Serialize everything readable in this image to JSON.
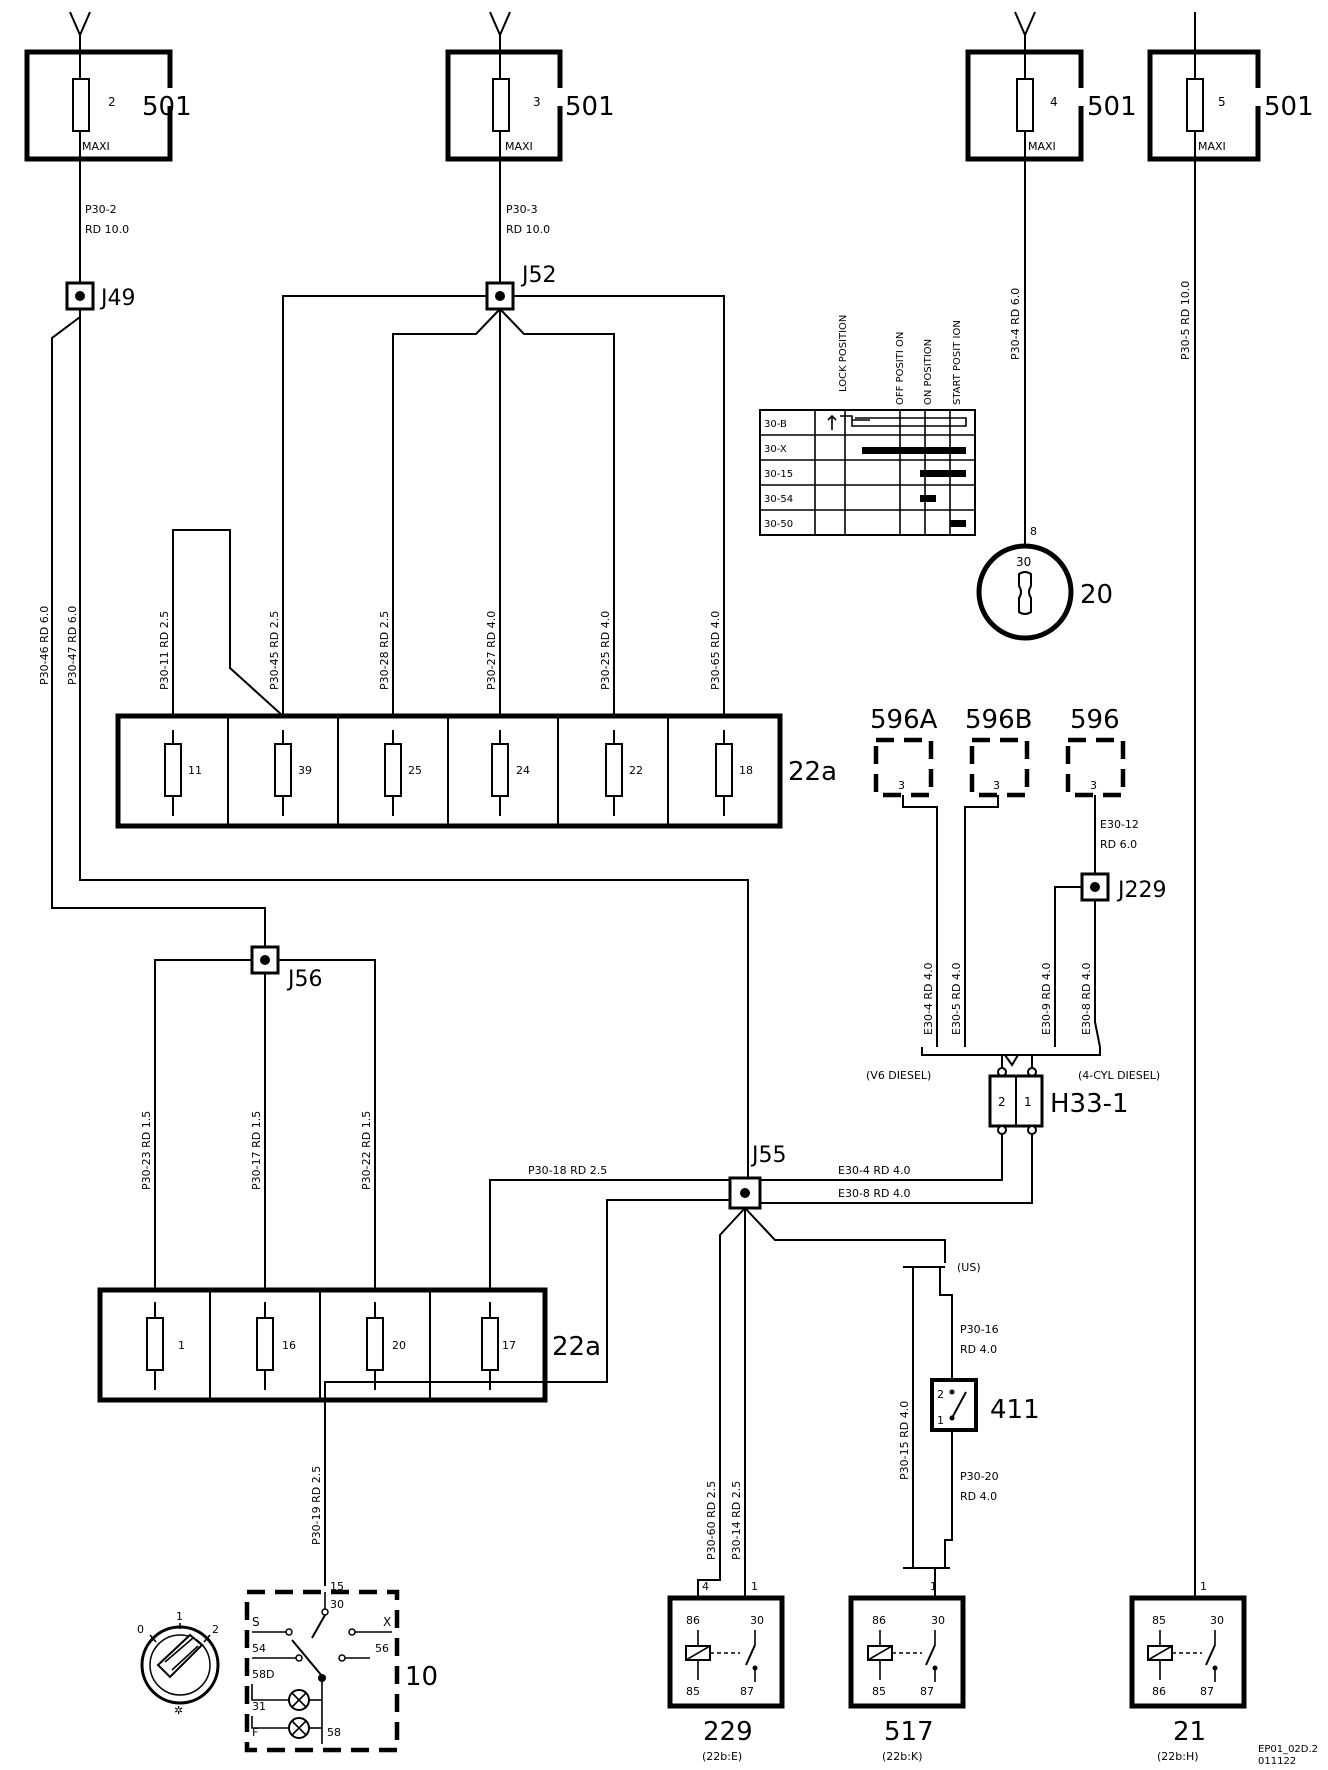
{
  "maxi_fuses": [
    {
      "pin": "2",
      "type": "MAXI",
      "ref": "501"
    },
    {
      "pin": "3",
      "type": "MAXI",
      "ref": "501"
    },
    {
      "pin": "4",
      "type": "MAXI",
      "ref": "501"
    },
    {
      "pin": "5",
      "type": "MAXI",
      "ref": "501"
    }
  ],
  "feed_wires": [
    {
      "id": "P30-2",
      "spec": "RD 10.0"
    },
    {
      "id": "P30-3",
      "spec": "RD 10.0"
    },
    {
      "label": "P30-4  RD  6.0"
    },
    {
      "label": "P30-5  RD  10.0"
    }
  ],
  "junctions": {
    "j49": "J49",
    "j52": "J52",
    "j56": "J56",
    "j55": "J55",
    "j229": "J229"
  },
  "upper_wires": [
    "P30-11  RD  2.5",
    "P30-45  RD  2.5",
    "P30-28  RD  2.5",
    "P30-27  RD  4.0",
    "P30-25  RD  4.0",
    "P30-65  RD  4.0"
  ],
  "left_wires": [
    "P30-46  RD  6.0",
    "P30-47  RD  6.0"
  ],
  "fuse_box_upper": {
    "ref": "22a",
    "fuses": [
      "11",
      "39",
      "25",
      "24",
      "22",
      "18"
    ]
  },
  "fuse_box_lower": {
    "ref": "22a",
    "fuses": [
      "1",
      "16",
      "20",
      "17"
    ]
  },
  "lower_wires": [
    "P30-23  RD  1.5",
    "P30-17  RD  1.5",
    "P30-22  RD  1.5"
  ],
  "j55_wires": {
    "p30_18": "P30-18   RD   2.5",
    "e30_4": "E30-4   RD   4.0",
    "e30_8": "E30-8   RD   4.0"
  },
  "ignition_table": {
    "positions": [
      "LOCK POSITION",
      "OFF POSITI ON",
      "ON POSITION",
      "START POSIT ION"
    ],
    "rows": [
      "30-B",
      "30-X",
      "30-15",
      "30-54",
      "30-50"
    ]
  },
  "ignition_switch": {
    "pin": "8",
    "terminal": "30",
    "ref": "20"
  },
  "diesel_connectors": [
    {
      "ref": "596A",
      "pin": "3"
    },
    {
      "ref": "596B",
      "pin": "3"
    },
    {
      "ref": "596",
      "pin": "3"
    }
  ],
  "diesel_wire_e30_12": {
    "id": "E30-12",
    "spec": "RD   6.0"
  },
  "diesel_wires": [
    "E30-4  RD  4.0",
    "E30-5  RD  4.0",
    "E30-9  RD  4.0",
    "E30-8  RD  4.0"
  ],
  "h33": {
    "ref": "H33-1",
    "pins": [
      "2",
      "1"
    ],
    "left_note": "(V6 DIESEL)",
    "right_note": "(4-CYL DIESEL)"
  },
  "us_branch": {
    "note": "(US)",
    "p30_16": "P30-16",
    "p30_16_spec": "RD 4.0",
    "p30_20": "P30-20",
    "p30_20_spec": "RD 4.0",
    "p30_15": "P30-15  RD  4.0"
  },
  "switch_411": {
    "ref": "411",
    "pin_top": "2",
    "pin_bottom": "1"
  },
  "wire_p30_19": "P30-19   RD   2.5",
  "relay_wires": [
    "P30-60  RD  2.5",
    "P30-14  RD  2.5"
  ],
  "light_switch": {
    "ref": "10",
    "pins": {
      "p15": "15",
      "p30": "30",
      "s": "S",
      "x": "X",
      "p54": "54",
      "p56": "56",
      "p58d": "58D",
      "p31": "31",
      "f": "F",
      "p58": "58"
    },
    "knob": {
      "p0": "0",
      "p1": "1",
      "p2": "2"
    }
  },
  "relays": [
    {
      "ref": "229",
      "loc": "(22b:E)",
      "in_pins": [
        "4",
        "1"
      ],
      "pins": {
        "tl": "86",
        "tr": "30",
        "bl": "85",
        "br": "87"
      }
    },
    {
      "ref": "517",
      "loc": "(22b:K)",
      "in_pins": [
        "1"
      ],
      "pins": {
        "tl": "86",
        "tr": "30",
        "bl": "85",
        "br": "87"
      }
    },
    {
      "ref": "21",
      "loc": "(22b:H)",
      "in_pins": [
        "1"
      ],
      "pins": {
        "tl": "85",
        "tr": "30",
        "bl": "86",
        "br": "87"
      }
    }
  ],
  "doc_code": "EP01_02D.2",
  "doc_date": "011122"
}
